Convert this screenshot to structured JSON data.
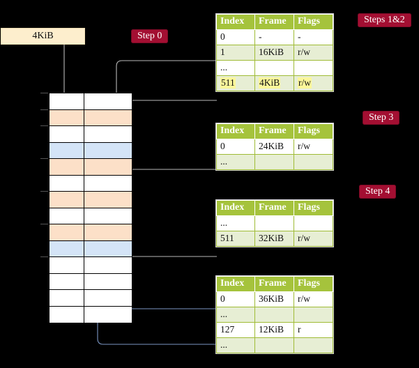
{
  "diagram": {
    "title_hidden": "",
    "source_box": {
      "label": "4KiB"
    },
    "badges": [
      {
        "name": "step-0",
        "label": "Step 0"
      },
      {
        "name": "steps-1-2",
        "label": "Steps 1&2"
      },
      {
        "name": "step-3",
        "label": "Step 3"
      },
      {
        "name": "step-4",
        "label": "Step 4"
      }
    ],
    "memory_column": {
      "rows": [
        {
          "fill": "white"
        },
        {
          "fill": "orange"
        },
        {
          "fill": "white"
        },
        {
          "fill": "blue"
        },
        {
          "fill": "orange"
        },
        {
          "fill": "white"
        },
        {
          "fill": "orange"
        },
        {
          "fill": "white"
        },
        {
          "fill": "orange"
        },
        {
          "fill": "blue"
        },
        {
          "fill": "white"
        },
        {
          "fill": "white"
        },
        {
          "fill": "white"
        },
        {
          "fill": "white"
        }
      ]
    },
    "tables": [
      {
        "name": "page-table-level-4",
        "headers": [
          "Index",
          "Frame",
          "Flags"
        ],
        "rows": [
          {
            "alt": false,
            "cells": [
              "0",
              "-",
              "-"
            ],
            "highlight": [
              false,
              false,
              false
            ]
          },
          {
            "alt": true,
            "cells": [
              "1",
              "16KiB",
              "r/w"
            ],
            "highlight": [
              false,
              false,
              false
            ]
          },
          {
            "alt": false,
            "cells": [
              "...",
              "",
              ""
            ],
            "highlight": [
              false,
              false,
              false
            ]
          },
          {
            "alt": true,
            "cells": [
              "511",
              "4KiB",
              "r/w"
            ],
            "highlight": [
              true,
              true,
              true
            ]
          }
        ]
      },
      {
        "name": "page-table-level-3",
        "headers": [
          "Index",
          "Frame",
          "Flags"
        ],
        "rows": [
          {
            "alt": false,
            "cells": [
              "0",
              "24KiB",
              "r/w"
            ],
            "highlight": [
              false,
              false,
              false
            ]
          },
          {
            "alt": true,
            "cells": [
              "...",
              "",
              ""
            ],
            "highlight": [
              false,
              false,
              false
            ]
          }
        ]
      },
      {
        "name": "page-table-level-2",
        "headers": [
          "Index",
          "Frame",
          "Flags"
        ],
        "rows": [
          {
            "alt": false,
            "cells": [
              "...",
              "",
              ""
            ],
            "highlight": [
              false,
              false,
              false
            ]
          },
          {
            "alt": true,
            "cells": [
              "511",
              "32KiB",
              "r/w"
            ],
            "highlight": [
              false,
              false,
              false
            ]
          }
        ]
      },
      {
        "name": "page-table-level-1",
        "headers": [
          "Index",
          "Frame",
          "Flags"
        ],
        "rows": [
          {
            "alt": false,
            "cells": [
              "0",
              "36KiB",
              "r/w"
            ],
            "highlight": [
              false,
              false,
              false
            ]
          },
          {
            "alt": true,
            "cells": [
              "...",
              "",
              ""
            ],
            "highlight": [
              false,
              false,
              false
            ]
          },
          {
            "alt": false,
            "cells": [
              "127",
              "12KiB",
              "r"
            ],
            "highlight": [
              false,
              false,
              false
            ]
          },
          {
            "alt": true,
            "cells": [
              "...",
              "",
              ""
            ],
            "highlight": [
              false,
              false,
              false
            ]
          }
        ]
      }
    ],
    "colors": {
      "badge_bg": "#a30f32",
      "table_header": "#a5c33c",
      "table_alt_row": "#e7eed4",
      "highlight": "#fbf79a",
      "source_box": "#fdeecd",
      "frame_used": "#fce0c8",
      "frame_table": "#d4e4f7",
      "wire_gray": "#b9b9b9",
      "wire_blue": "#7b96c4"
    }
  }
}
